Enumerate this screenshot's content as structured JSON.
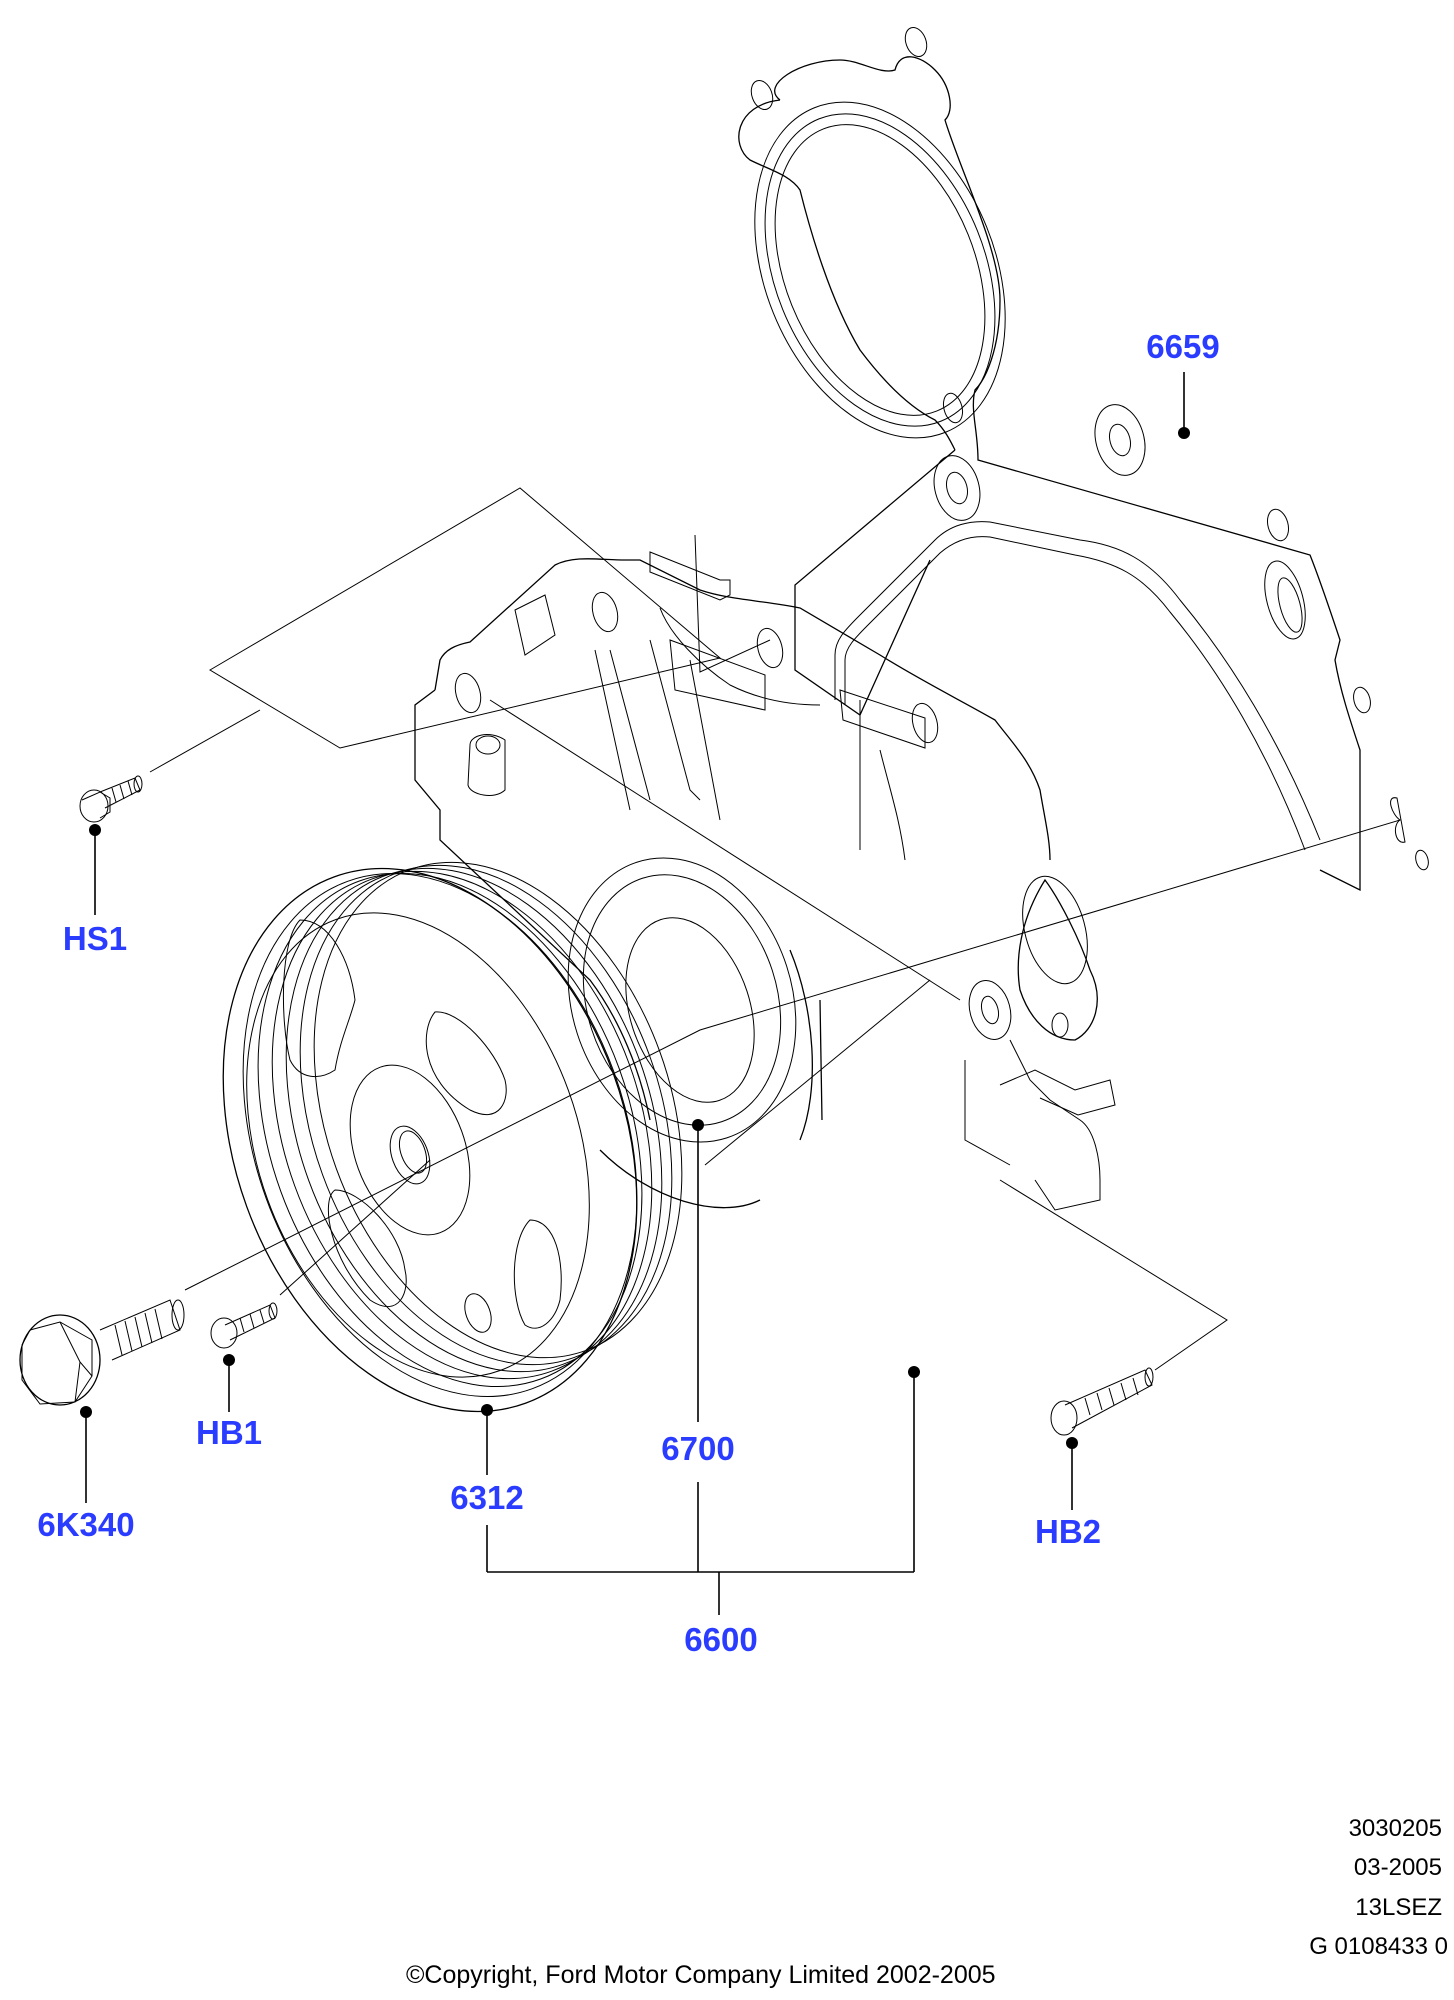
{
  "diagram": {
    "subject": "Water pump assembly exploded view",
    "callouts": [
      {
        "id": "6659",
        "label": "6659",
        "part": "gasket"
      },
      {
        "id": "HS1",
        "label": "HS1",
        "part": "bolt"
      },
      {
        "id": "HB1",
        "label": "HB1",
        "part": "bolt"
      },
      {
        "id": "6K340",
        "label": "6K340",
        "part": "pulley-bolt"
      },
      {
        "id": "6312",
        "label": "6312",
        "part": "pulley"
      },
      {
        "id": "6700",
        "label": "6700",
        "part": "seal"
      },
      {
        "id": "HB2",
        "label": "HB2",
        "part": "bolt"
      },
      {
        "id": "6600",
        "label": "6600",
        "part": "pump-assembly"
      }
    ],
    "callout_color": "#2a3cff"
  },
  "meta": {
    "ref_number": "3030205",
    "date": "03-2005",
    "code": "13LSEZ",
    "graphic_id": "G 0108433 0"
  },
  "footer": {
    "copyright": "©Copyright, Ford Motor Company Limited 2002-2005"
  }
}
